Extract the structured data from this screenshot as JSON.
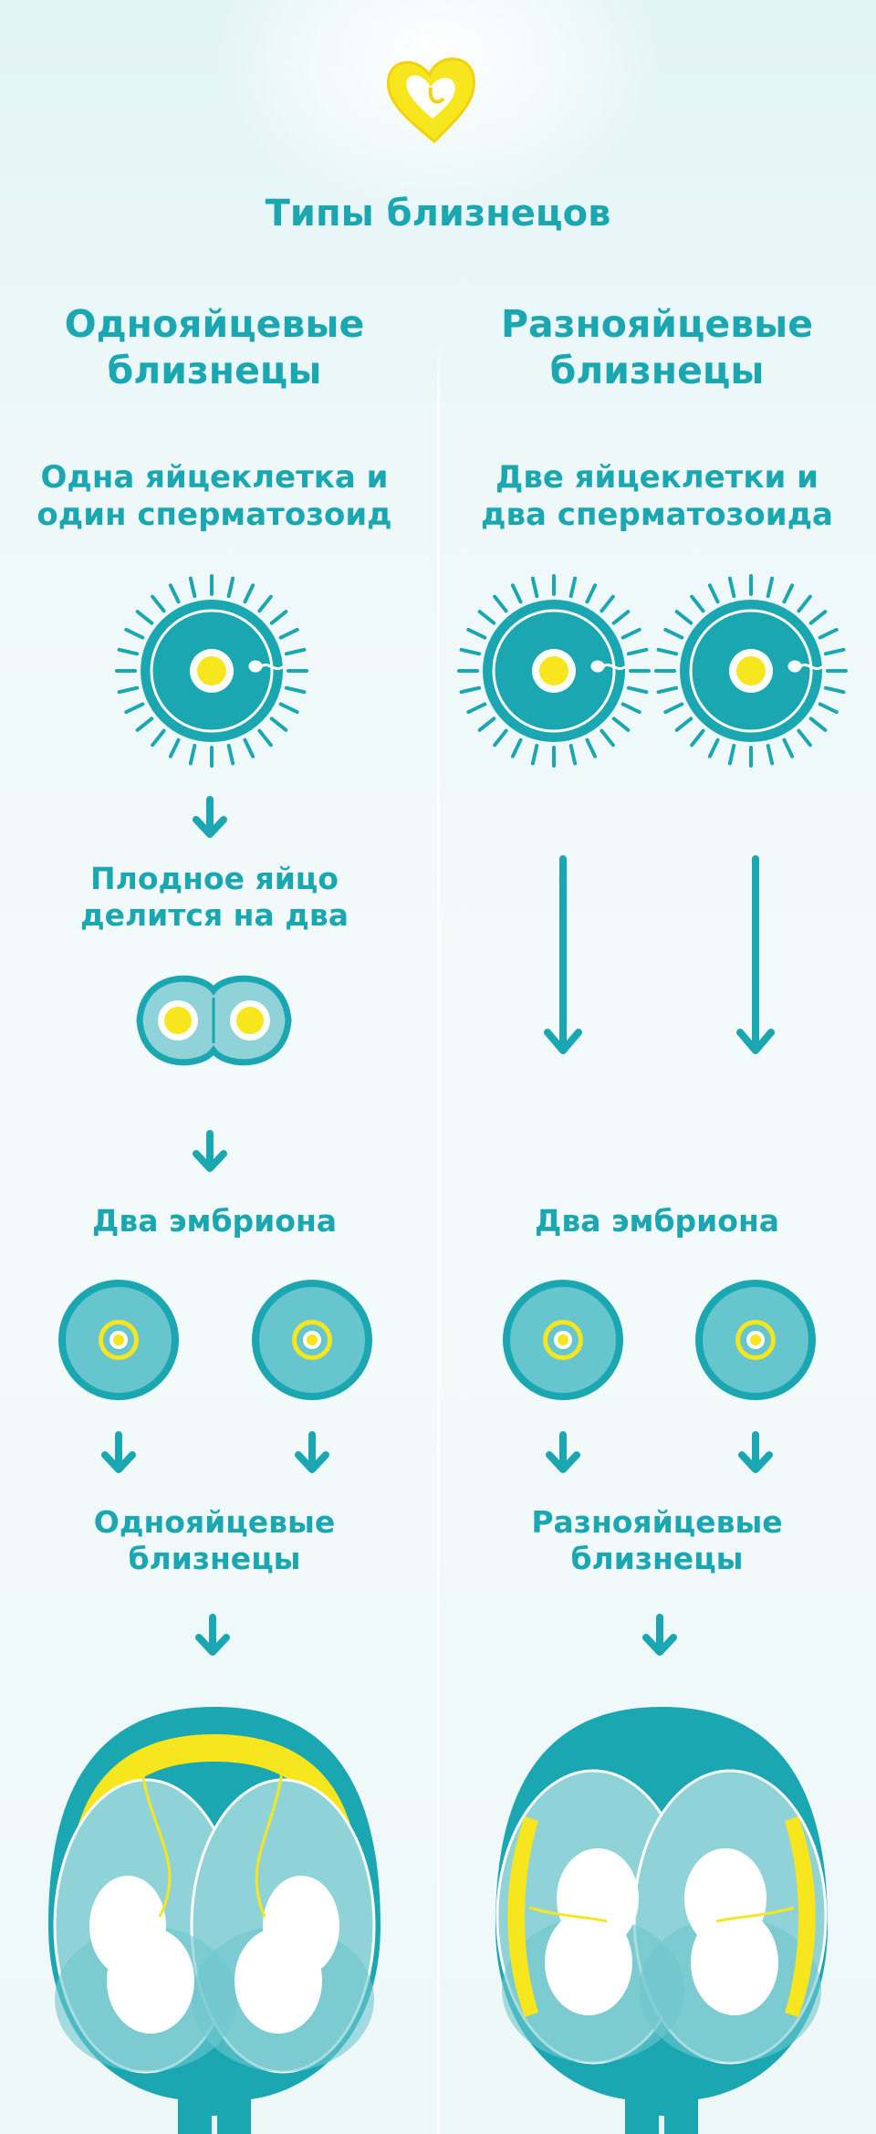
{
  "page": {
    "title": "Типы близнецов",
    "brand_icon": "heart-with-rays-logo"
  },
  "columns": {
    "identical": {
      "heading": "Однояйцевые\nблизнецы",
      "origin": "Одна яйцеклетка и\nодин сперматозоид",
      "step_split": "Плодное яйцо\nделится на два",
      "step_embryos": "Два эмбриона",
      "result": "Однояйцевые\nблизнецы"
    },
    "fraternal": {
      "heading": "Разнояйцевые\nблизнецы",
      "origin": "Две яйцеклетки и\nдва сперматозоида",
      "step_embryos": "Два эмбриона",
      "result": "Разнояйцевые\nблизнецы"
    }
  },
  "colors": {
    "teal": "#1aa7b2",
    "teal_dark": "#15909a",
    "yellow": "#f7e51e",
    "background": "#e8f6f8",
    "divider": "#ffffff"
  }
}
